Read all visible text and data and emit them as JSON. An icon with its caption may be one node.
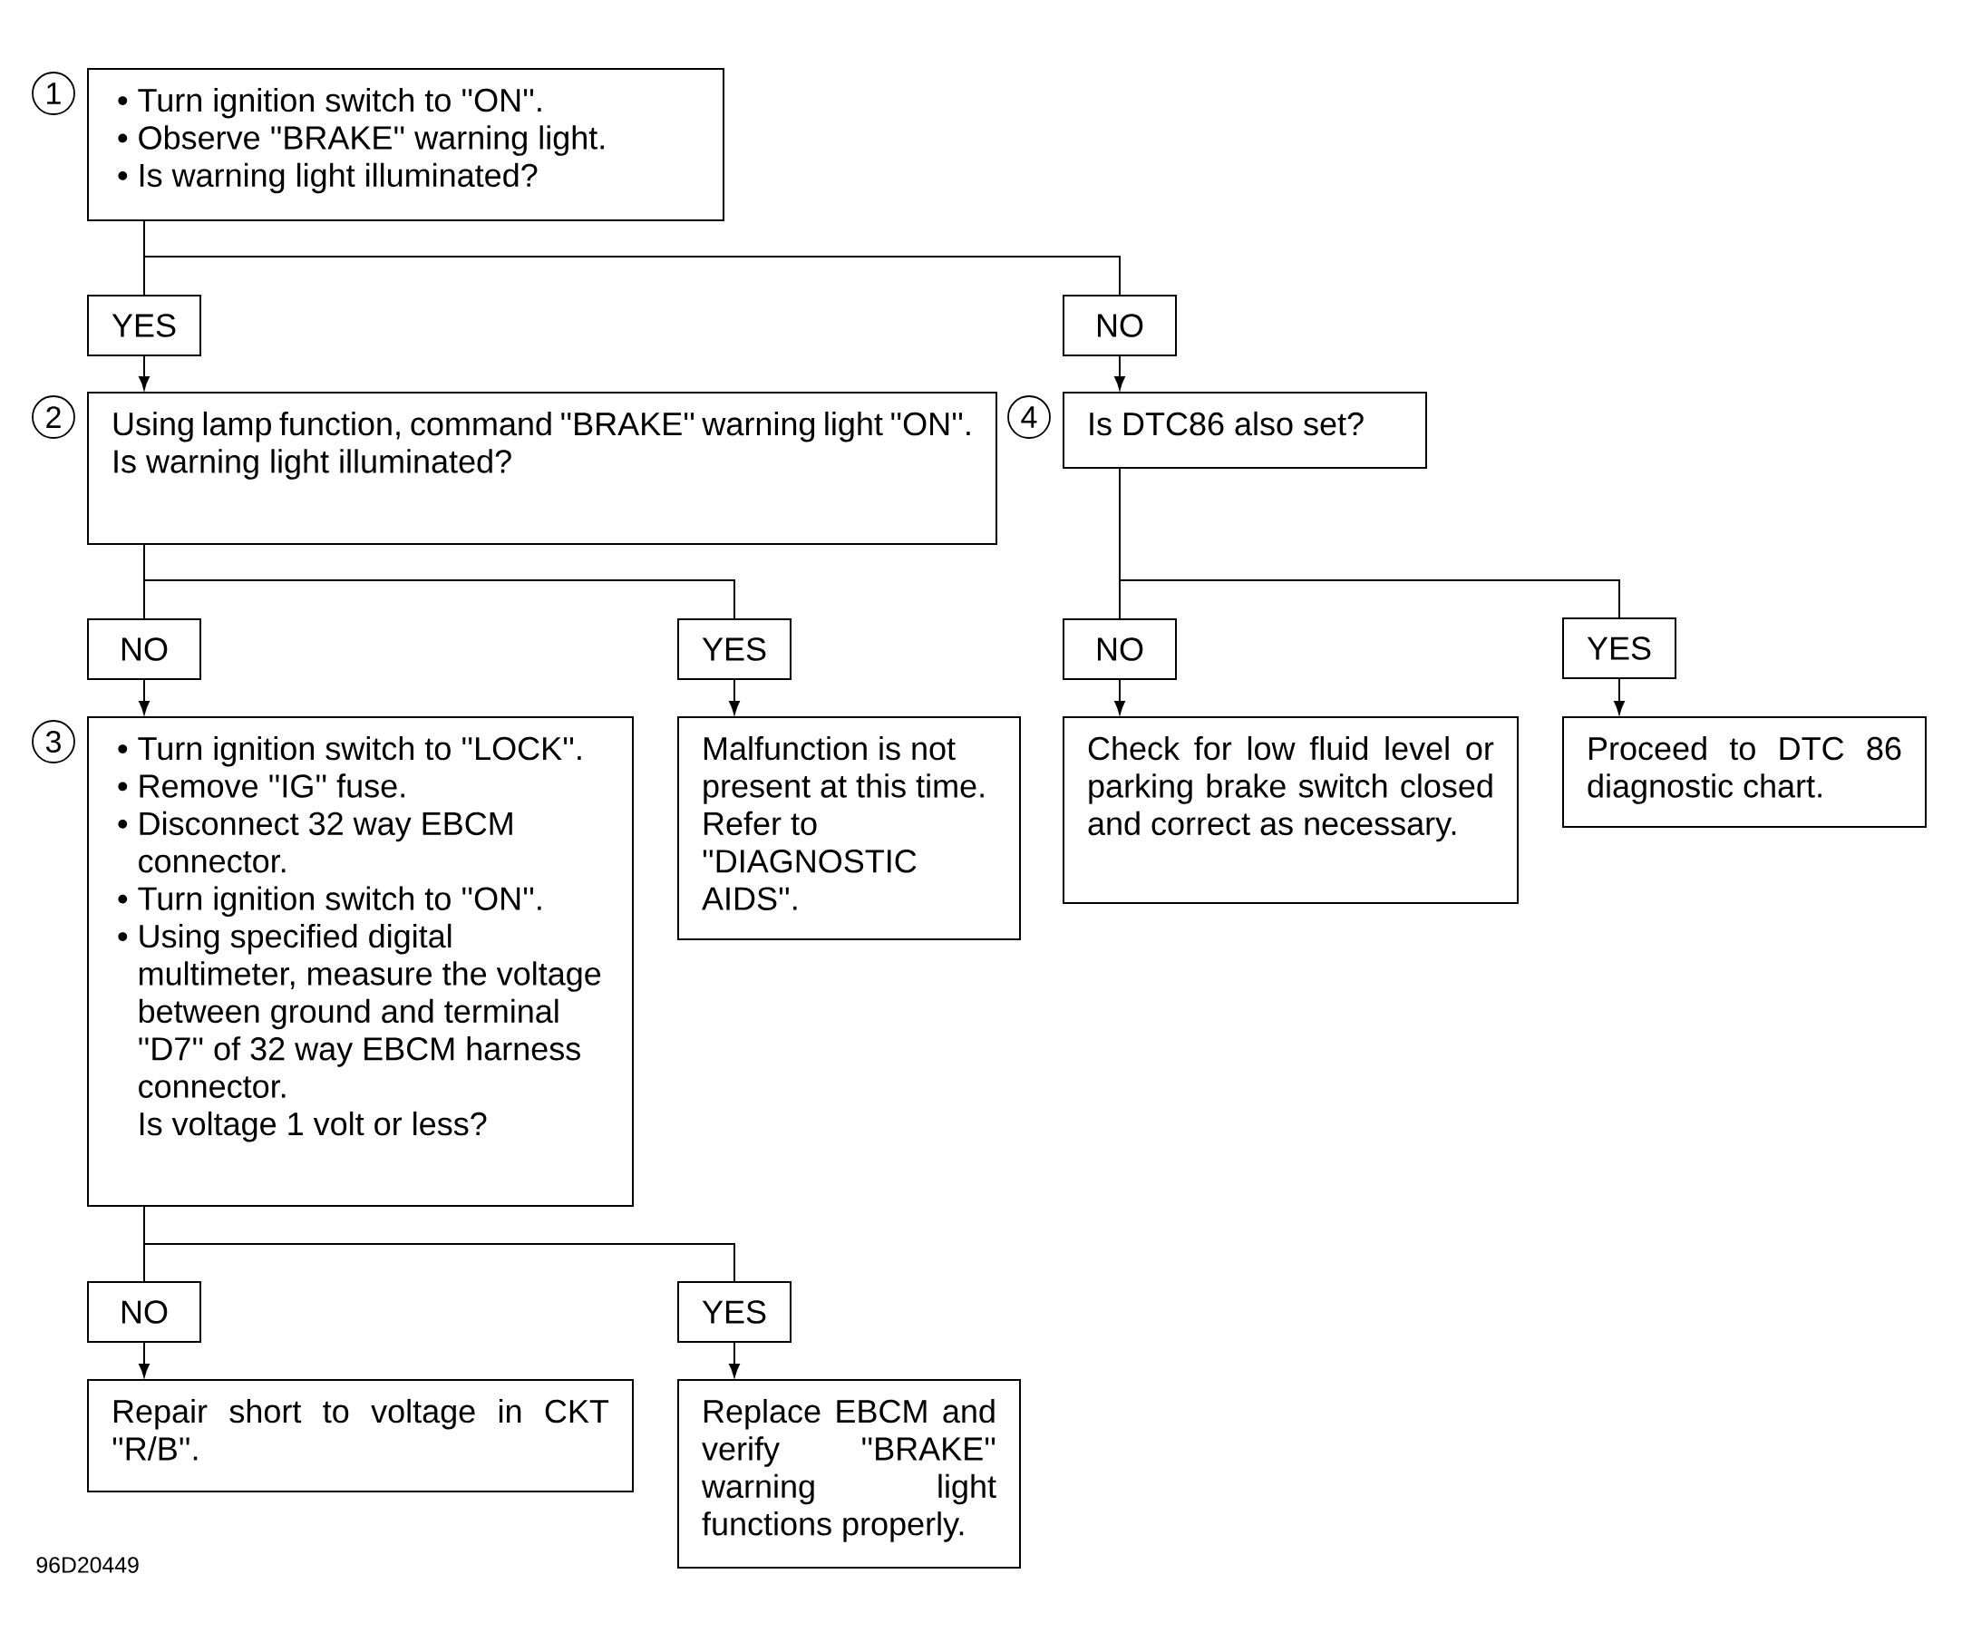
{
  "diagram": {
    "nodes": [
      {
        "text": [
          "• Turn ignition switch to ''ON''.",
          "• Observe ''BRAKE'' warning light.",
          "• Is warning light illuminated?"
        ],
        "beside": [
          "1"
        ]
      },
      {
        "text": [
          "YES"
        ]
      },
      {
        "text": [
          "NO"
        ]
      },
      {
        "text": [
          "Using lamp function, command ''BRAKE'' warning light ''ON''.",
          "Is warning light illuminated?"
        ],
        "beside": [
          "2"
        ]
      },
      {
        "text": [
          "Is DTC86 also set?"
        ],
        "beside": [
          "4"
        ]
      },
      {
        "text": [
          "NO"
        ]
      },
      {
        "text": [
          "YES"
        ]
      },
      {
        "text": [
          "NO"
        ]
      },
      {
        "text": [
          "YES"
        ]
      },
      {
        "text": [
          "• Turn ignition switch to ''LOCK''.",
          "• Remove ''IG'' fuse.",
          "• Disconnect 32 way EBCM connector.",
          "• Turn ignition switch to ''ON''.",
          "• Using specified digital multimeter, measure the voltage between ground and terminal ''D7'' of 32 way EBCM harness connector.",
          "Is voltage 1 volt or less?"
        ],
        "beside": [
          "3"
        ]
      },
      {
        "text": [
          "Malfunction is not present at this time.",
          "Refer to ''DIAGNOSTIC AIDS''."
        ]
      },
      {
        "text": [
          "Check for low fluid level or parking brake switch closed and correct as necessary."
        ]
      },
      {
        "text": [
          "Proceed to DTC 86 diagnostic chart."
        ]
      },
      {
        "text": [
          "NO"
        ]
      },
      {
        "text": [
          "YES"
        ]
      },
      {
        "text": [
          "Repair short to voltage in CKT ''R/B''."
        ]
      },
      {
        "text": [
          "Replace EBCM and verify ''BRAKE'' warning light functions properly."
        ]
      }
    ],
    "edges": [
      {
        "from": 0,
        "to": 1,
        "arrow": "none"
      },
      {
        "from": 0,
        "to": 2,
        "arrow": "none"
      },
      {
        "from": 1,
        "to": 3,
        "arrow": "to"
      },
      {
        "from": 2,
        "to": 4,
        "arrow": "to"
      },
      {
        "from": 3,
        "to": 5,
        "arrow": "none"
      },
      {
        "from": 3,
        "to": 6,
        "arrow": "none"
      },
      {
        "from": 4,
        "to": 7,
        "arrow": "none"
      },
      {
        "from": 4,
        "to": 8,
        "arrow": "none"
      },
      {
        "from": 5,
        "to": 9,
        "arrow": "to"
      },
      {
        "from": 6,
        "to": 10,
        "arrow": "to"
      },
      {
        "from": 7,
        "to": 11,
        "arrow": "to"
      },
      {
        "from": 8,
        "to": 12,
        "arrow": "to"
      },
      {
        "from": 9,
        "to": 13,
        "arrow": "none"
      },
      {
        "from": 9,
        "to": 14,
        "arrow": "none"
      },
      {
        "from": 13,
        "to": 15,
        "arrow": "to"
      },
      {
        "from": 14,
        "to": 16,
        "arrow": "to"
      }
    ],
    "labels": [
      "96D20449"
    ]
  }
}
